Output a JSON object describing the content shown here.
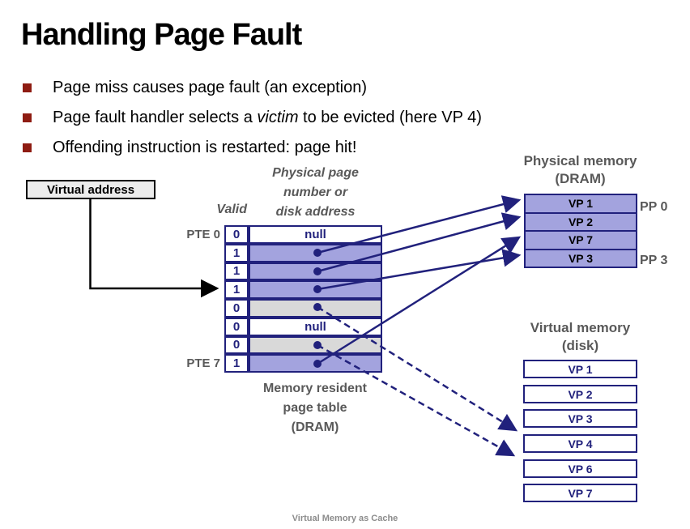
{
  "slide": {
    "title": "Handling Page Fault",
    "bullets": [
      {
        "pre": "Page miss causes page fault (an exception)",
        "em": "",
        "post": ""
      },
      {
        "pre": "Page fault handler selects a ",
        "em": "victim",
        "post": " to be evicted (here VP 4)"
      },
      {
        "pre": "Offending instruction is restarted: page hit!",
        "em": "",
        "post": ""
      }
    ],
    "footer": "Virtual Memory as Cache"
  },
  "diagram": {
    "virtual_address_label": "Virtual address",
    "valid_header": "Valid",
    "ppn_header_lines": {
      "l1": "Physical page",
      "l2": "number or",
      "l3": "disk address"
    },
    "page_table": {
      "rows": [
        {
          "label": "PTE 0",
          "valid": "0",
          "value": "null",
          "state": "null"
        },
        {
          "valid": "1",
          "value": "",
          "state": "dram"
        },
        {
          "valid": "1",
          "value": "",
          "state": "dram"
        },
        {
          "valid": "1",
          "value": "",
          "state": "dram"
        },
        {
          "valid": "0",
          "value": "",
          "state": "disk"
        },
        {
          "valid": "0",
          "value": "null",
          "state": "null"
        },
        {
          "valid": "0",
          "value": "",
          "state": "disk"
        },
        {
          "label": "PTE 7",
          "valid": "1",
          "value": "",
          "state": "dram"
        }
      ],
      "caption_lines": {
        "l1": "Memory resident",
        "l2": "page table",
        "l3": "(DRAM)"
      }
    },
    "physical_memory": {
      "title_lines": {
        "l1": "Physical memory",
        "l2": "(DRAM)"
      },
      "rows": [
        "VP 1",
        "VP 2",
        "VP 7",
        "VP 3"
      ],
      "pp_first_label": "PP 0",
      "pp_last_label": "PP 3"
    },
    "virtual_memory": {
      "title_lines": {
        "l1": "Virtual memory",
        "l2": "(disk)"
      },
      "rows": [
        "VP 1",
        "VP 2",
        "VP 3",
        "VP 4",
        "VP 6",
        "VP 7"
      ]
    },
    "mappings": {
      "in_dram": [
        {
          "from": "PTE 1",
          "to": "VP 1"
        },
        {
          "from": "PTE 2",
          "to": "VP 2"
        },
        {
          "from": "PTE 3",
          "to": "VP 3"
        },
        {
          "from": "PTE 7",
          "to": "VP 7"
        }
      ],
      "on_disk": [
        {
          "from": "PTE 4",
          "to": "VP 4"
        },
        {
          "from": "PTE 6",
          "to": "VP 6"
        }
      ]
    },
    "colors": {
      "navy": "#21217c",
      "dram_fill": "#a3a3de",
      "disk_fill": "#d9d9d9",
      "label_gray": "#595959",
      "bullet_red": "#8e1c12"
    }
  }
}
